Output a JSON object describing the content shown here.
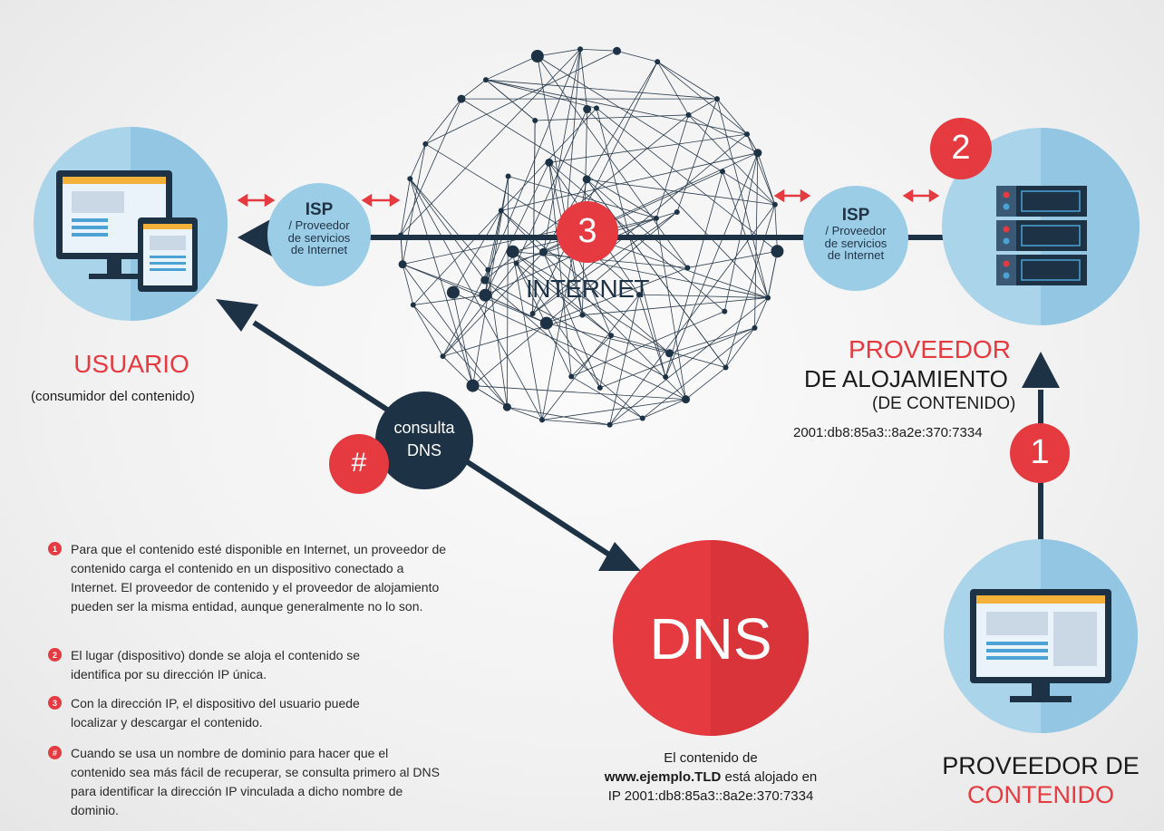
{
  "user": {
    "title": "USUARIO",
    "subtitle": "(consumidor del contenido)"
  },
  "isp_left": {
    "line1": "ISP",
    "line2": "/ Proveedor",
    "line3": "de servicios",
    "line4": "de Internet"
  },
  "isp_right": {
    "line1": "ISP",
    "line2": "/ Proveedor",
    "line3": "de servicios",
    "line4": "de Internet"
  },
  "internet": {
    "label": "INTERNET",
    "badge": "3"
  },
  "host": {
    "badge": "2",
    "title_red": "PROVEEDOR",
    "title_dark": "DE ALOJAMIENTO",
    "sub": "(DE CONTENIDO)",
    "ip": "2001:db8:85a3::8a2e:370:7334"
  },
  "upload_badge": "1",
  "dns_query": {
    "line1": "consulta",
    "line2": "DNS",
    "badge": "#"
  },
  "dns": {
    "label": "DNS",
    "caption_line1": "El contenido de",
    "caption_domain": "www.ejemplo.TLD",
    "caption_line2_rest": " está alojado en",
    "caption_line3": "IP 2001:db8:85a3::8a2e:370:7334"
  },
  "content_provider": {
    "line1": "PROVEEDOR DE",
    "line2": "CONTENIDO"
  },
  "legend": [
    {
      "marker": "1",
      "text": "Para que el contenido esté disponible en Internet, un proveedor de contenido carga el contenido en un dispositivo conectado a Internet. El proveedor de contenido y el proveedor de alojamiento pueden ser la misma entidad, aunque generalmente no lo son."
    },
    {
      "marker": "2",
      "text": "El lugar (dispositivo) donde se aloja el contenido se identifica por su dirección IP única."
    },
    {
      "marker": "3",
      "text": "Con la dirección IP, el dispositivo del usuario puede localizar y descargar el contenido."
    },
    {
      "marker": "#",
      "text": "Cuando se usa un nombre de dominio para hacer que el contenido sea más fácil de recuperar, se consulta primero al DNS para identificar la dirección IP vinculada a dicho nombre de dominio."
    }
  ],
  "colors": {
    "accent_red": "#e53a40",
    "navy": "#1e3246",
    "light_blue": "#a7d3ea",
    "mid_blue": "#8cc4e2"
  }
}
